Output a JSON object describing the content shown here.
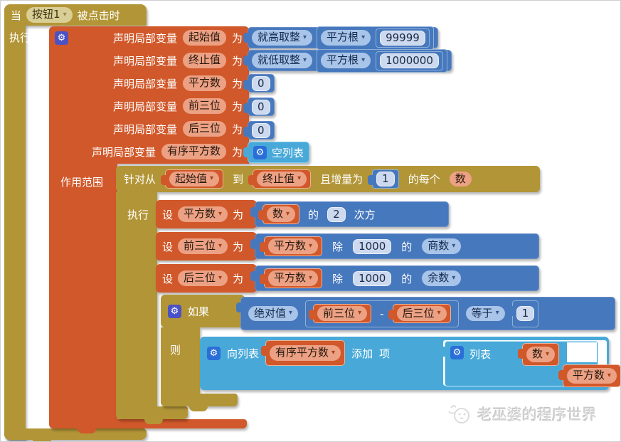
{
  "icons": {
    "gear": "⚙",
    "dropdown": "▾"
  },
  "colors": {
    "event_gold": "#b29536",
    "variable_orange": "#d1582a",
    "math_blue": "#4678bd",
    "list_cyan": "#48a9d9"
  },
  "event_block": {
    "when": "当",
    "component": "按钮1",
    "suffix": "被点击时",
    "do_label": "执行"
  },
  "declare": {
    "label": "声明局部变量",
    "as": "为",
    "scope_label": "作用范围",
    "names": {
      "start": "起始值",
      "end": "终止值",
      "square": "平方数",
      "first3": "前三位",
      "last3": "后三位",
      "ordered": "有序平方数"
    },
    "zero": "0"
  },
  "math": {
    "ceiling": "就高取整",
    "floor": "就低取整",
    "sqrt": "平方根",
    "n_99999": "99999",
    "n_1000000": "1000000",
    "of": "的",
    "exponent": "2",
    "power": "次方",
    "divide": "除",
    "n_1000": "1000",
    "quotient": "商数",
    "remainder": "余数",
    "abs": "绝对值",
    "minus": "-",
    "equals": "等于",
    "n_1": "1"
  },
  "loop": {
    "for_from": "针对从",
    "to": "到",
    "step_label": "且增量为",
    "step": "1",
    "each_label": "的每个",
    "var": "数",
    "do_label": "执行"
  },
  "control": {
    "if_label": "如果",
    "then_label": "则"
  },
  "setter": {
    "set": "设",
    "to": "为"
  },
  "list": {
    "empty": "空列表",
    "insert": "向列表",
    "add": "添加",
    "item": "项",
    "make": "列表"
  },
  "getters": {
    "start": "起始值",
    "end": "终止值",
    "num": "数",
    "square": "平方数",
    "first3": "前三位",
    "last3": "后三位",
    "ordered": "有序平方数"
  },
  "watermark": {
    "text": "老巫婆的程序世界"
  }
}
